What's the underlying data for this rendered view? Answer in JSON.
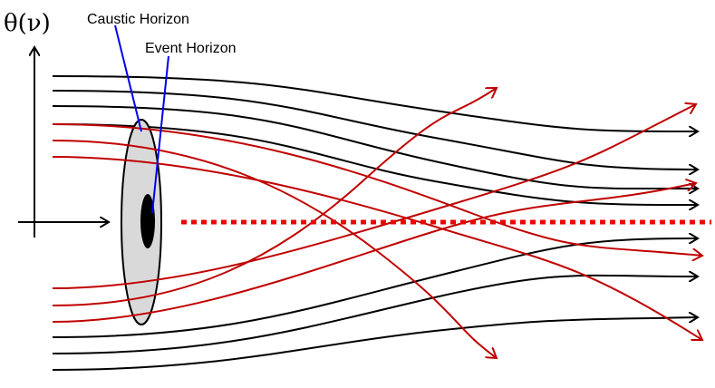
{
  "axis": {
    "label": "θ(ν)"
  },
  "annotations": {
    "caustic": "Caustic Horizon",
    "event": "Event Horizon"
  },
  "colors": {
    "ray_black": "#000000",
    "ray_red": "#c00000",
    "pointer_blue": "#0000ee",
    "lens_fill": "#d9d9d9",
    "caustic_dots": "#ee0000"
  }
}
